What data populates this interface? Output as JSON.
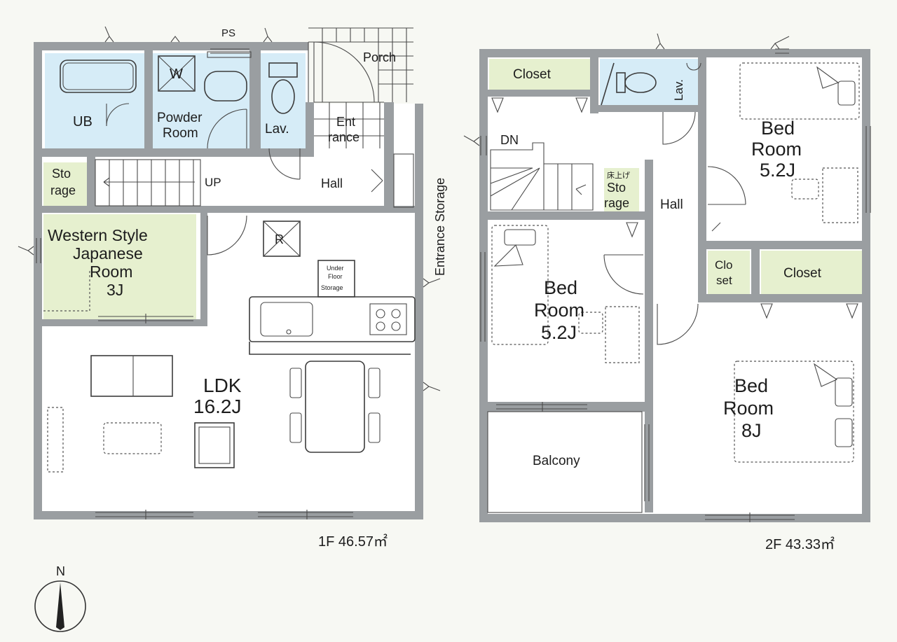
{
  "floor1": {
    "rooms": {
      "ub": "UB",
      "w": "W",
      "powder_line1": "Powder",
      "powder_line2": "Room",
      "ps": "PS",
      "lav": "Lav.",
      "porch": "Porch",
      "entrance_line1": "Ent",
      "entrance_line2": "rance",
      "storage_line1": "Sto",
      "storage_line2": "rage",
      "up": "UP",
      "hall": "Hall",
      "entrance_storage": "Entrance Storage",
      "western_line1": "Western Style",
      "western_line2": "Japanese",
      "western_line3": "Room",
      "western_size": "3J",
      "r": "R",
      "underfloor_line1": "Under",
      "underfloor_line2": "Floor",
      "underfloor_line3": "Storage",
      "ldk": "LDK",
      "ldk_size": "16.2J"
    },
    "area": "1F 46.57㎡"
  },
  "floor2": {
    "rooms": {
      "closet_top": "Closet",
      "lav": "Lav.",
      "dn": "DN",
      "storage_tag": "床上げ",
      "storage_line1": "Sto",
      "storage_line2": "rage",
      "hall": "Hall",
      "bed_ne_line1": "Bed",
      "bed_ne_line2": "Room",
      "bed_ne_size": "5.2J",
      "closet_small_line1": "Clo",
      "closet_small_line2": "set",
      "closet_mid": "Closet",
      "bed_w_line1": "Bed",
      "bed_w_line2": "Room",
      "bed_w_size": "5.2J",
      "bed_se_line1": "Bed",
      "bed_se_line2": "Room",
      "bed_se_size": "8J",
      "balcony": "Balcony"
    },
    "area": "2F 43.33㎡"
  },
  "compass": {
    "north": "N"
  },
  "colors": {
    "wall": "#9a9ea1",
    "wet_area": "#d6ecf7",
    "tatami_closet": "#e6f0cf",
    "background": "#f7f8f3"
  }
}
